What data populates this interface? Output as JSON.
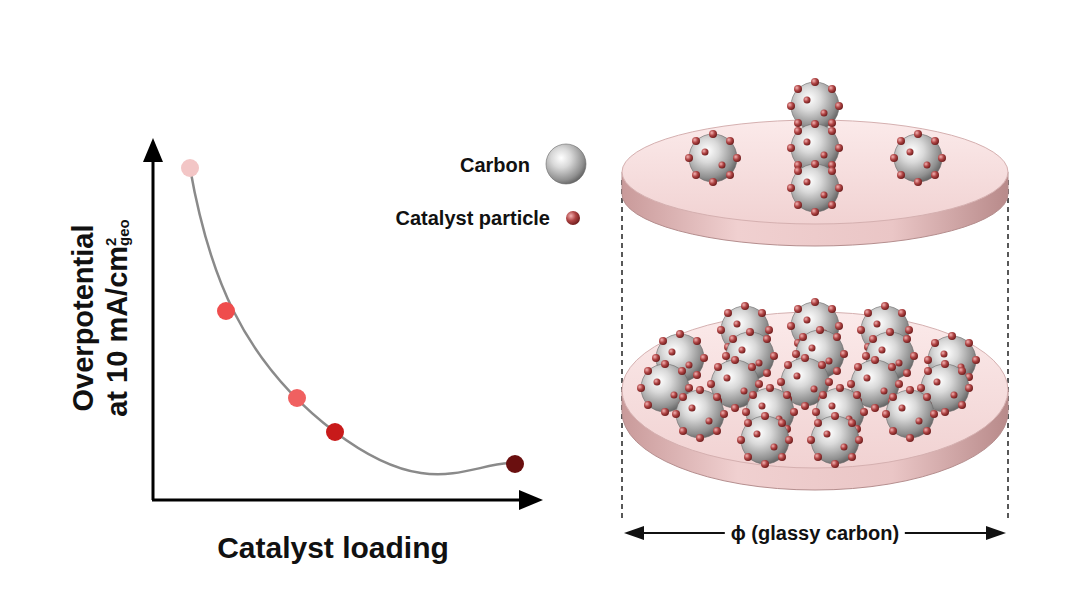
{
  "diagram": {
    "labels": [
      "Overpotential",
      "at 10 mA/cm",
      "2",
      "geo",
      "Catalyst loading",
      "ϕ (glassy carbon)"
    ],
    "legend": [
      {
        "text": "Carbon"
      },
      {
        "text": "Catalyst particle"
      }
    ]
  }
}
